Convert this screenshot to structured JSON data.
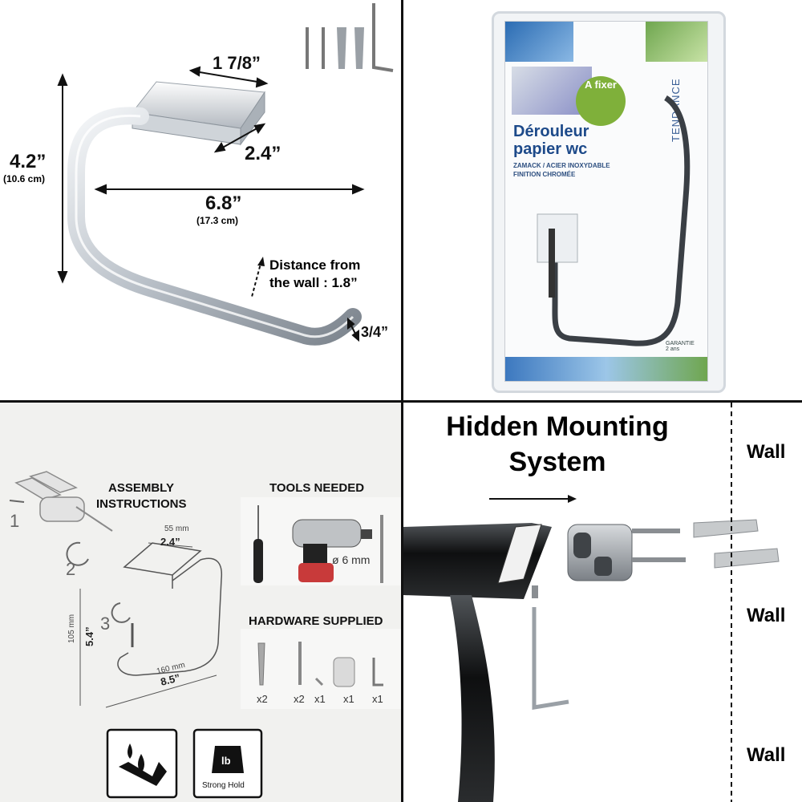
{
  "dimensions": {
    "depth_label": "1 7/8”",
    "plate_label": "2.4”",
    "height_label": "4.2”",
    "height_cm": "(10.6 cm)",
    "width_label": "6.8”",
    "width_cm": "(17.3 cm)",
    "distance_line1": "Distance from",
    "distance_line2": "the wall : 1.8”",
    "bar_label": "3/4”"
  },
  "package": {
    "badge": "A fixer",
    "brand": "TENDANCE",
    "title_line1": "Dérouleur",
    "title_line2": "papier wc",
    "subtitle_line1": "ZAMACK / ACIER INOXYDABLE",
    "subtitle_line2": "FINITION CHROMÉE",
    "guarantee": "GARANTIE 2 ans"
  },
  "assembly": {
    "title_line1": "ASSEMBLY",
    "title_line2": "INSTRUCTIONS",
    "step1": "1",
    "step2": "2",
    "step3": "3",
    "depth_mm": "55 mm",
    "depth_in": "2.4”",
    "height_mm": "105 mm",
    "height_in": "5.4”",
    "width_mm": "160 mm",
    "width_in": "8.5”",
    "tools_title": "TOOLS NEEDED",
    "drill_size": "ø 6 mm",
    "hardware_title": "HARDWARE SUPPLIED",
    "hardware_counts": [
      "x2",
      "x2",
      "x1",
      "x1",
      "x1"
    ],
    "weight_unit": "lb",
    "strong_hold": "Strong Hold"
  },
  "mounting": {
    "title_line1": "Hidden Mounting",
    "title_line2": "System",
    "wall_labels": [
      "Wall",
      "Wall",
      "Wall"
    ]
  }
}
